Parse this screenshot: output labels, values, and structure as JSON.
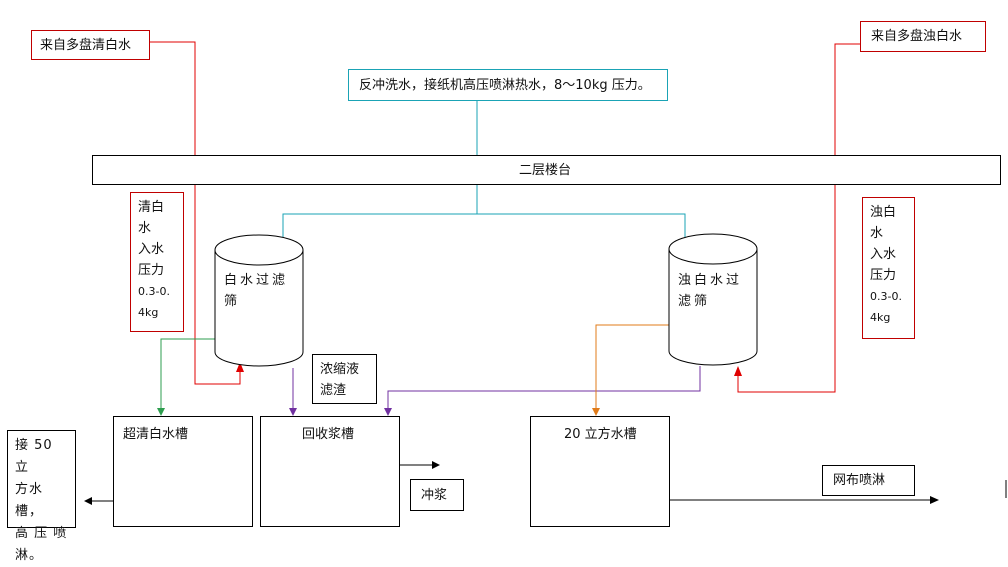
{
  "source_clear": "来自多盘清白水",
  "source_turbid": "来自多盘浊白水",
  "backwash_note": "反冲洗水，接纸机高压喷淋热水，8～10kg 压力。",
  "floor": "二层楼台",
  "clear_pressure": [
    "清白",
    "水",
    "入水",
    "压力",
    "0.3-0.",
    "4kg"
  ],
  "turbid_pressure": [
    "浊白",
    "水",
    "入水",
    "压力",
    "0.3-0.",
    "4kg"
  ],
  "screen_clear": [
    "白水过滤",
    "筛"
  ],
  "screen_turbid": [
    "浊白水过",
    "滤筛"
  ],
  "concentrate": [
    "浓缩液",
    "滤渣"
  ],
  "tank_superclear": "超清白水槽",
  "tank_recovery": "回收浆槽",
  "tank_20": "20 立方水槽",
  "chong_jiang": "冲浆",
  "wang_bu": "网布喷淋",
  "left_note": [
    "接 50 立",
    "方水槽，",
    "高 压 喷",
    "淋。"
  ],
  "colors": {
    "red": "#c00000",
    "teal": "#1aa3b5",
    "green": "#2e9e4f",
    "purple": "#7030a0",
    "orange": "#e07b1a"
  }
}
